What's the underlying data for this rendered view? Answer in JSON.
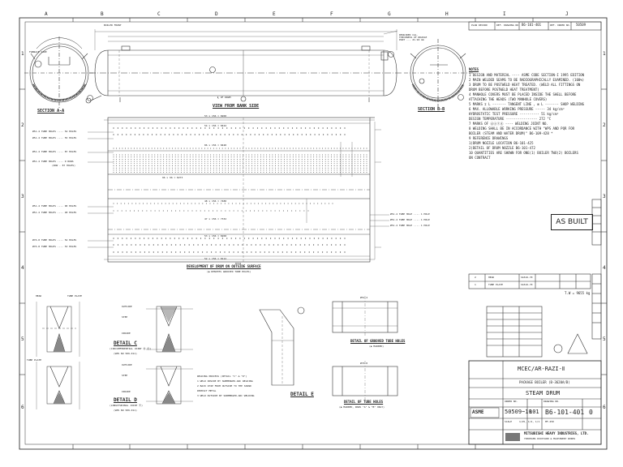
{
  "column_letters": [
    "A",
    "B",
    "C",
    "D",
    "E",
    "F",
    "G",
    "H",
    "I",
    "J"
  ],
  "row_numbers": [
    "1",
    "2",
    "3",
    "4",
    "5",
    "6"
  ],
  "title_strip": {
    "plan_record": "PLAN RECORD",
    "ref_drawing_no_label": "REF. DRAWING NO.",
    "ref_drawing_no": "B6-101-401",
    "ref_order_no_label": "REF. ORDER NO.",
    "ref_order_no": "50509"
  },
  "views": {
    "boiler_front": "BOILER FRONT",
    "furnace_side": "FURNACE SIDE",
    "section_aa": "SECTION A-A",
    "section_bb": "SECTION B-B",
    "view_from_bank_side": "VIEW FROM BANK SIDE",
    "centerline_drum": "℄ OF DRUM",
    "shell_note": "REQUIRED CAL. THICKNESS OF NOZZLE PART --- 21.92 mm"
  },
  "development": {
    "title": "DEVELOPMENT OF DRUM ON OUTSIDE SURFACE",
    "subtitle": "(◆ DENOTES GROOVED TUBE HOLES)",
    "left_labels": [
      "Ø51.4 TUBE HOLES ---- 54 HOLES",
      "Ø51.4 TUBE HOLES ---- 55 HOLES",
      "Ø51.4 TUBE HOLES ---- 87 HOLES",
      "Ø51.4 TUBE HOLES ---- 9 ROWS",
      "(ROW - 87 HOLES)",
      "Ø51.4 TUBE HOLES ---- 90 HOLES",
      "Ø51.4 TUBE HOLES ---- 48 HOLES",
      "Ø76.8 TUBE HOLES ---- 54 HOLES",
      "Ø76.8 TUBE HOLES ---- 53 HOLES"
    ],
    "right_labels": [
      "Ø51.4 TUBE HOLE ---- 1 HOLE",
      "Ø51.4 TUBE HOLE ---- 1 HOLE",
      "Ø51.4 TUBE HOLE ---- 1 HOLE"
    ],
    "dim_labels": [
      "53 x 156 = 8268",
      "54 x 156 = 8424",
      "86 x 156 = 8428",
      "96 x 96 = 8273",
      "48 x 156 = 7488",
      "47 x 156 = 7332",
      "53 x 156 = 8268",
      "52 x 156 = 8112"
    ],
    "bottom_dim": "8724"
  },
  "notes": {
    "header": "NOTES",
    "items": [
      "1  DESIGN AND MATERIAL ---- ASME CODE SECTION-I 1995 EDITION",
      "2  MAIN WELDED SEAMS TO BE RADIOGRAPHICALLY EXAMINED. (100%)",
      "3  DRUM TO BE POSTWELD HEAT TREATED. (WELD ALL FITTINGS ON",
      "   DRUM BEFORE POSTWELD HEAT TREATMENT)",
      "4  MANHOLE COVERS MUST BE PLACED INSIDE THE SHELL BEFORE",
      "   ATTACHING THE HEADS (TWO MANHOLE COVERS)",
      "5  MARKS  ⌶ L ------- TANGENT LINE ,  ⊠ L ------- SHOP WELDING",
      "6  MAX. ALLOWABLE WORKING PRESSURE ----- 34  kg/cm²",
      "   HYDROSTATIC TEST PRESSURE ---------- 51  kg/cm²",
      "   DESIGN TEMPERATURE ---------------- 272 °C",
      "7  MARKS OF ⓓⓔⓕⓖ ---- WELDING JOINT NO.",
      "8  WELDING SHALL BE IN ACCORDANCE WITH \"WPS AND PQR FOR",
      "   BOILER (STEAM AND WATER DRUM)\"  B6-109-428 *",
      "9  REFERENCE DRAWINGS",
      "   1)DRUM NOZZLE LOCATION          B6-101-425",
      "   2)DETAIL OF DRUM NOZZLE         B6-101-472",
      "10 QUANTITIES ARE SHOWN FOR ONE(1) BOILER  TWO(2) BOILERS",
      "   ON CONTRACT"
    ]
  },
  "as_built": "AS BUILT",
  "parts": [
    {
      "no": "2",
      "name": "HEAD",
      "material": "SA516-70"
    },
    {
      "no": "1",
      "name": "TUBE PLATE",
      "material": "SA516-70"
    }
  ],
  "total_weight": "T.W = 9655 kg",
  "details": {
    "c": {
      "title": "DETAIL C",
      "sub1": "(CIRCUMFERENTIAL JOINT Ⓓ Ⓔ)",
      "sub2": "(WPS NO 509-011)",
      "tube_plate": "TUBE PLATE",
      "head": "HEAD",
      "outside": "OUTSIDE",
      "inside": "INSIDE",
      "step": "STEP"
    },
    "d": {
      "title": "DETAIL D",
      "sub1": "(LONGITUDINAL JOINT Ⓕ)",
      "sub2": "(WPS NO 509-011)",
      "tube_plate": "TUBE PLATE",
      "outside": "OUTSIDE",
      "inside": "INSIDE",
      "step": "STEP"
    },
    "e": {
      "title": "DETAIL E"
    },
    "welding": [
      "WELDING PROCESS (DETAIL \"C\" & \"D\")",
      "1 WELD INSIDE BY SUBMERGED-ARC WELDING",
      "2 BACK CHIP FROM OUTSIDE TO THE SOUND",
      "  DEPOSIT METAL",
      "3 WELD OUTSIDE BY SUBMERGED-ARC WELDING"
    ],
    "grooved": {
      "title": "DETAIL OF GROOVED TUBE HOLES",
      "sub": "(◆ MARKED)",
      "dia": "Ø51.4"
    },
    "tube_holes": {
      "title": "DETAIL OF TUBE HOLES",
      "sub": "(◆ MARKED, ROWS \"A\" & \"B\" ONLY)",
      "dia": "Ø76.8"
    }
  },
  "title_block": {
    "project": "MCEC/AR-RAZI-Ⅱ",
    "package": "PACKAGE BOILER (B-3620A/B)",
    "name": "STEAM DRUM",
    "asme": "ASME",
    "order_no_label": "ORDER NO.",
    "order_no": "50509~10",
    "sheet": "101",
    "drawing_no_label": "DRAWING NO.",
    "drawing_no": "B6-101-401",
    "revision": "0",
    "scale_label": "SCALE",
    "scale": "1/25, 1/2, 1/1",
    "company1": "MITSUBISHI HEAVY INDUSTRIES, LTD.",
    "company2": "YOKOHAMA DOCKYARD & MACHINERY WORKS",
    "ref_no": "MF-450"
  }
}
